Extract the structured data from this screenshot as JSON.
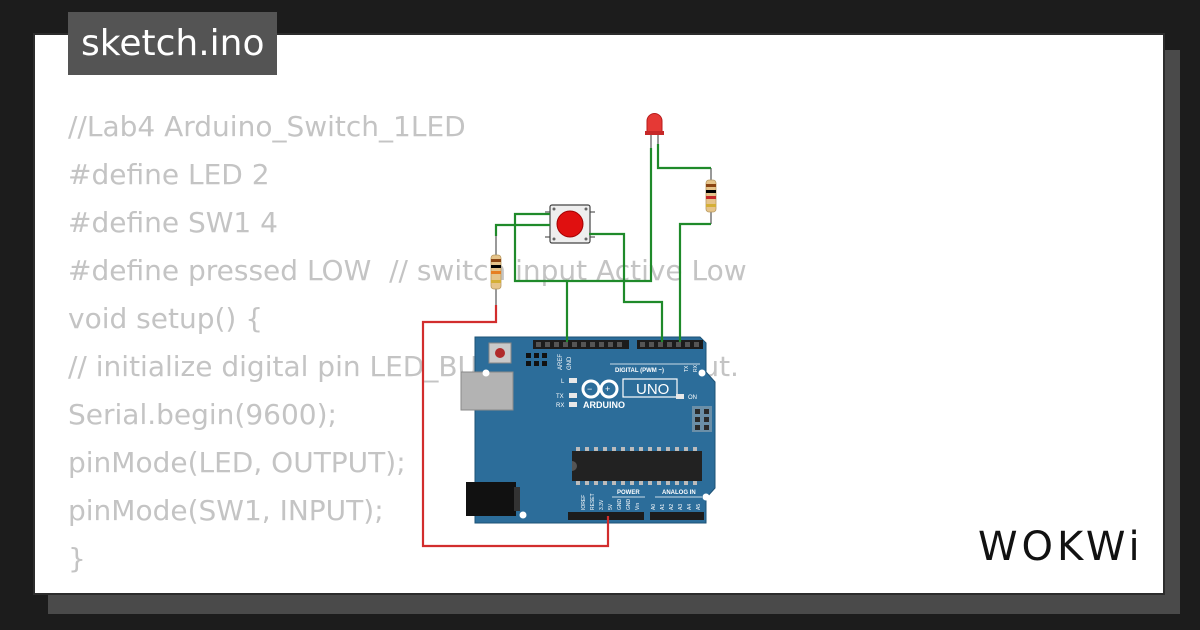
{
  "window": {
    "title": "sketch.ino"
  },
  "code": {
    "lines": [
      "//Lab4 Arduino_Switch_1LED",
      "#define LED 2",
      "#define SW1 4",
      "#define pressed LOW  // switch input Active Low",
      "void setup() {",
      "// initialize digital pin LED_BUILTIN as an output.",
      "Serial.begin(9600);",
      "pinMode(LED, OUTPUT);",
      "pinMode(SW1, INPUT);",
      "}"
    ]
  },
  "board": {
    "brand": "ARDUINO",
    "model": "UNO",
    "labels": {
      "aref": "AREF",
      "gnd": "GND",
      "digital": "DIGITAL (PWM ~)",
      "tx": "TX",
      "rx": "RX",
      "l": "L",
      "on": "ON",
      "power": "POWER",
      "analog": "ANALOG IN",
      "ioref": "IOREF",
      "reset": "RESET",
      "v33": "3.3V",
      "v5": "5V",
      "vin": "Vin",
      "a0": "A0",
      "a1": "A1",
      "a2": "A2",
      "a3": "A3",
      "a4": "A4",
      "a5": "A5"
    },
    "colors": {
      "pcb": "#2c6d9a",
      "chip": "#222222"
    }
  },
  "parts": {
    "led_color": "#e53935",
    "button_cap_color": "#e01010"
  },
  "brand": {
    "name": "WOKWi"
  }
}
